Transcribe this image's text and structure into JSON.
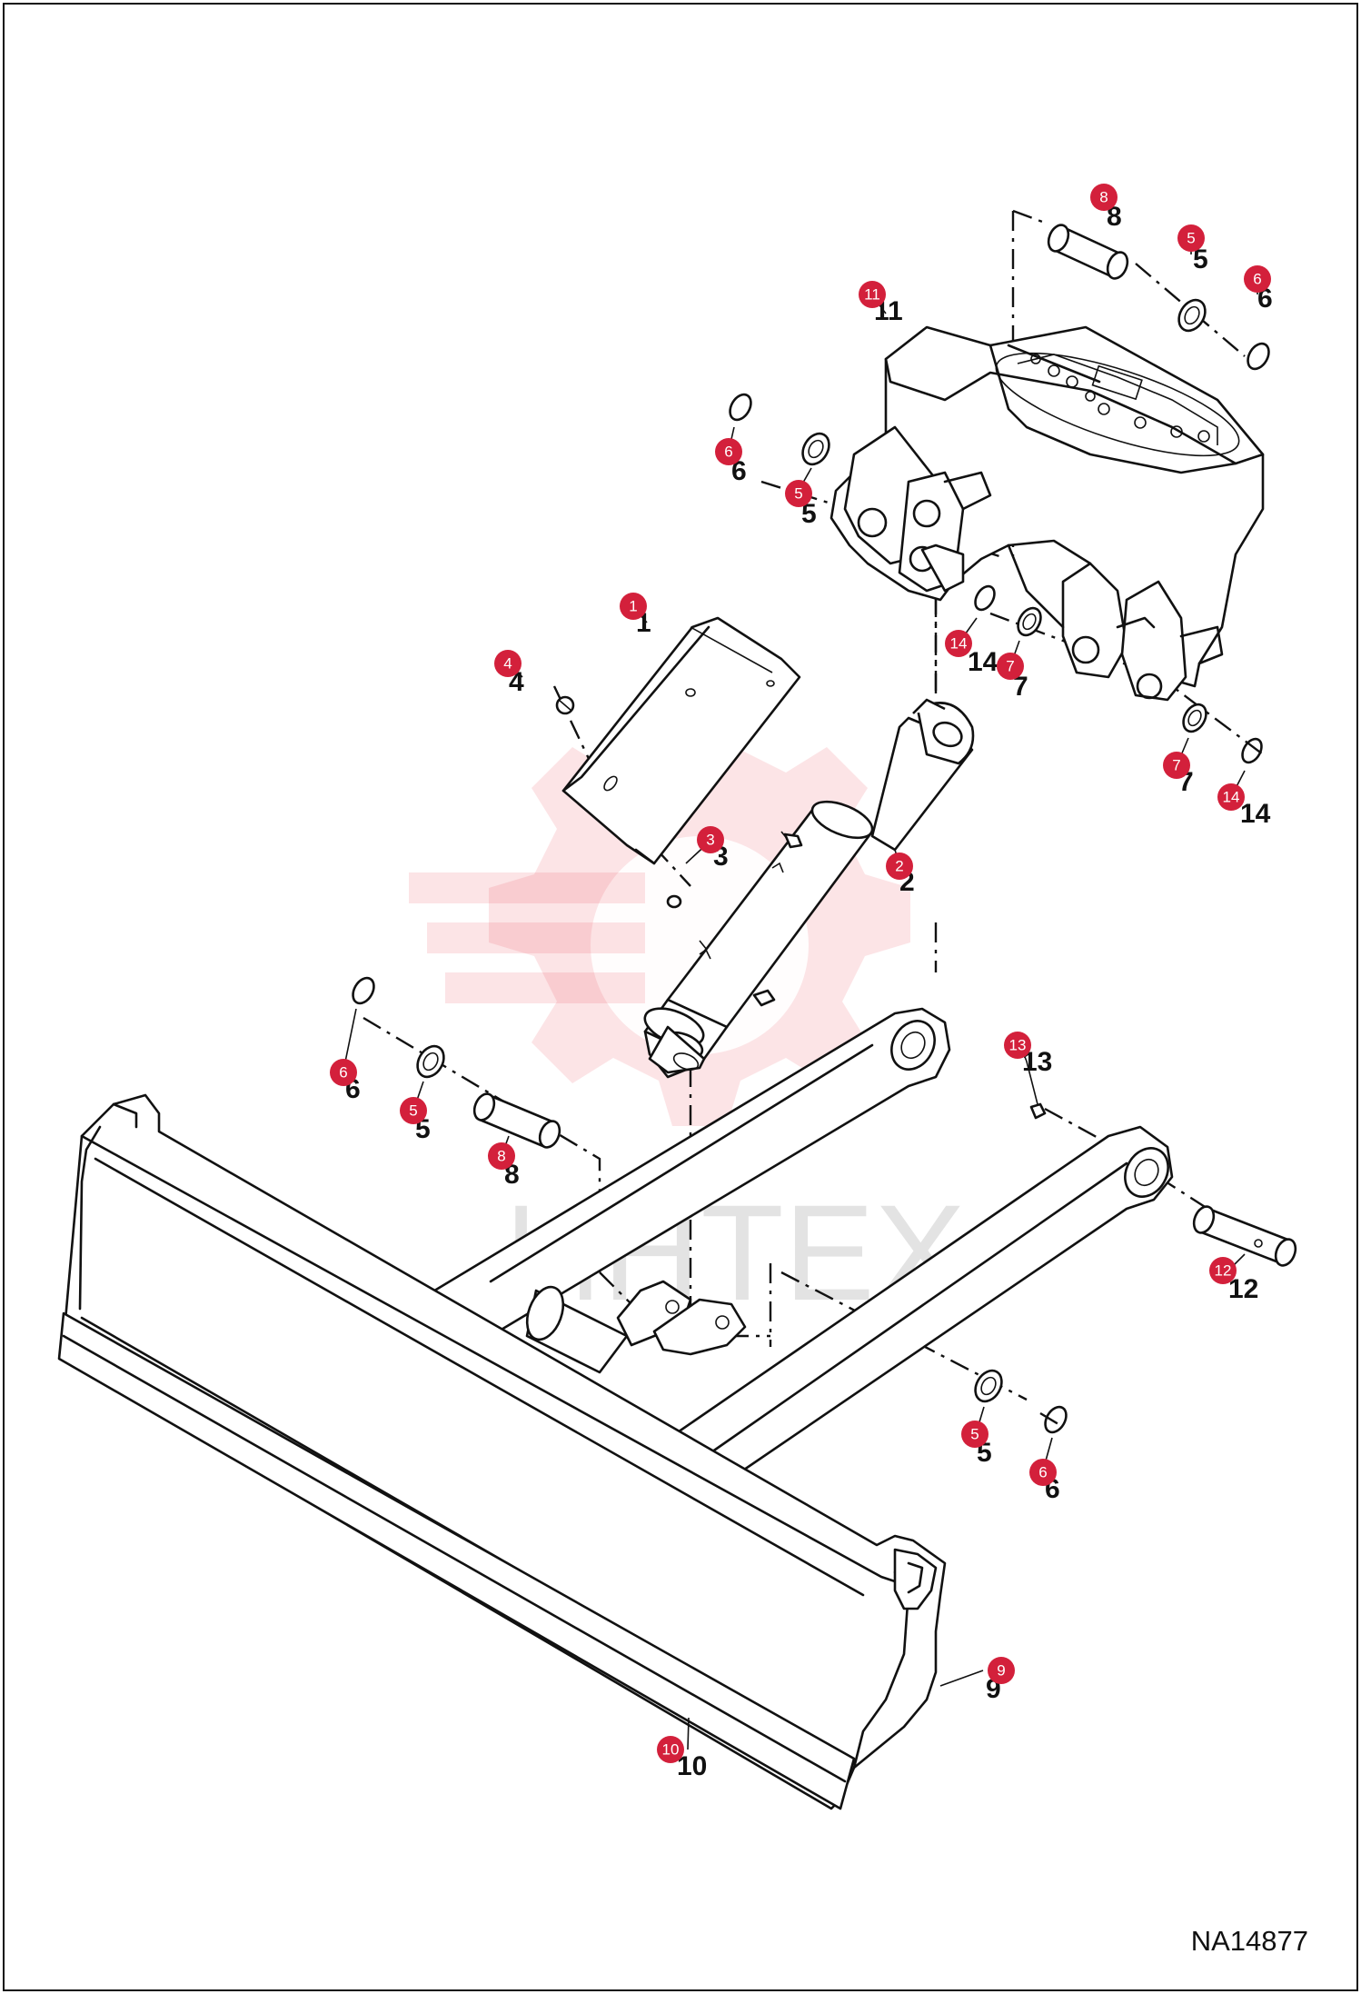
{
  "figure_code": "NA14877",
  "watermark_text": "ИНТЕХ",
  "callouts": {
    "c1": "1",
    "c2": "2",
    "c3": "3",
    "c4": "4",
    "c5a": "5",
    "c5b": "5",
    "c5c": "5",
    "c5d": "5",
    "c6a": "6",
    "c6b": "6",
    "c6c": "6",
    "c6d": "6",
    "c7a": "7",
    "c7b": "7",
    "c8a": "8",
    "c8b": "8",
    "c9": "9",
    "c10": "10",
    "c11": "11",
    "c12": "12",
    "c13": "13",
    "c14a": "14",
    "c14b": "14"
  },
  "labels": {
    "l1": "1",
    "l2": "2",
    "l3": "3",
    "l4": "4",
    "l5a": "5",
    "l5b": "5",
    "l5c": "5",
    "l5d": "5",
    "l6a": "6",
    "l6b": "6",
    "l6c": "6",
    "l6d": "6",
    "l7a": "7",
    "l7b": "7",
    "l8a": "8",
    "l8b": "8",
    "l9": "9",
    "l10": "10",
    "l11": "11",
    "l12": "12",
    "l13": "13",
    "l14a": "14",
    "l14b": "14"
  }
}
